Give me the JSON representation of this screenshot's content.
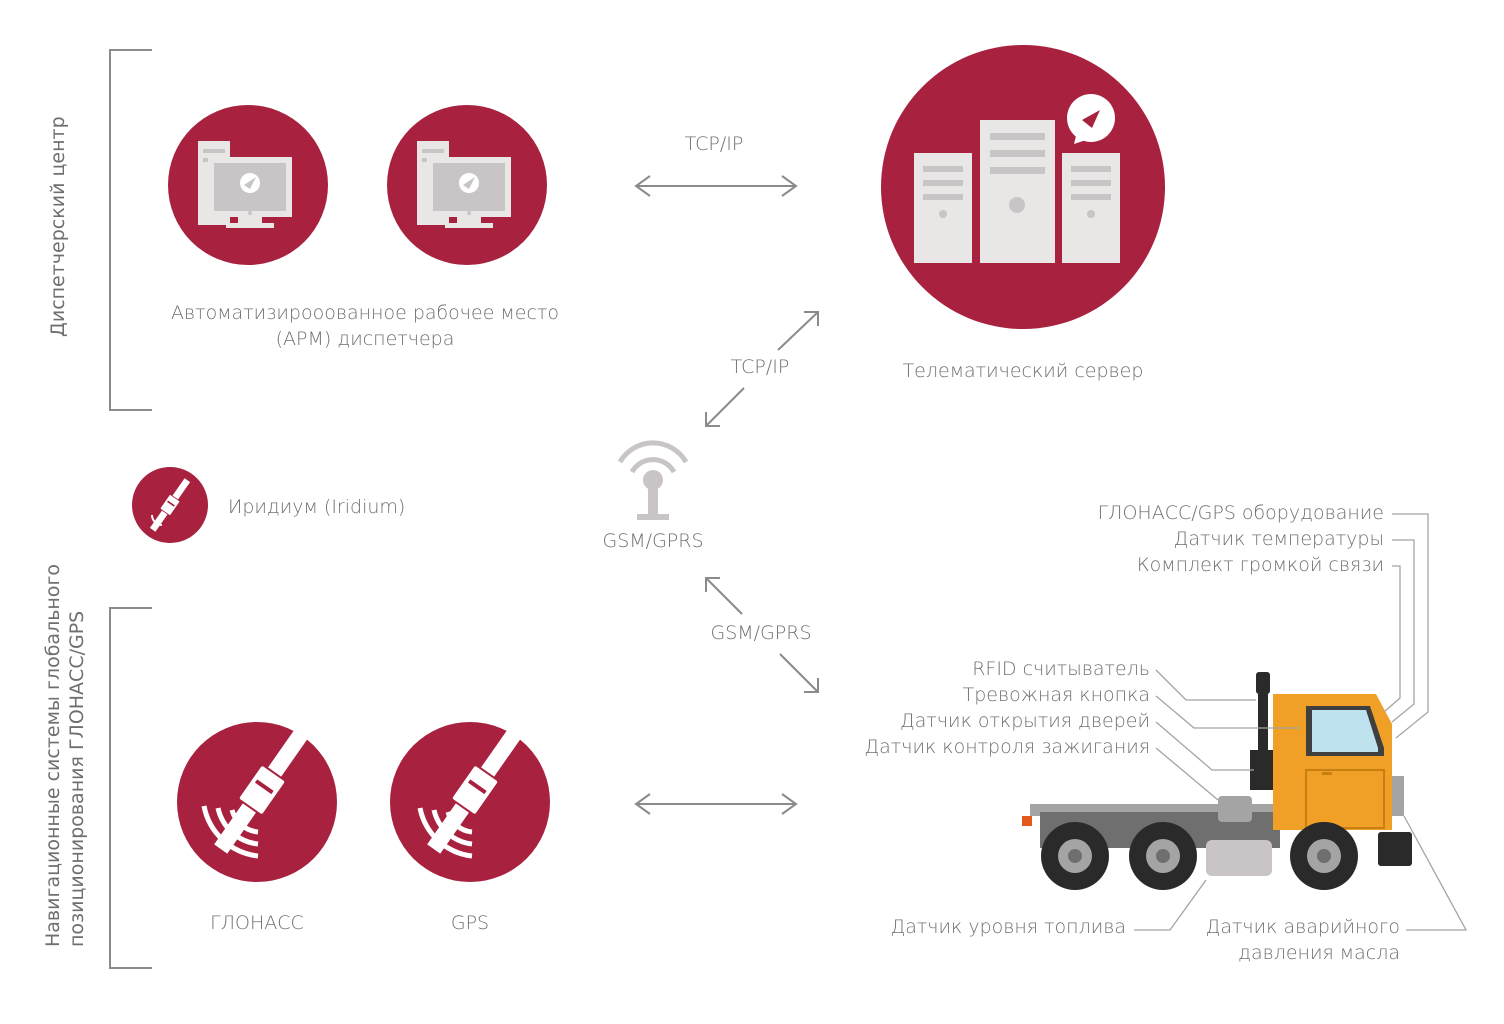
{
  "colors": {
    "brand": "#a8213f",
    "icon_fill": "#e9e6e6",
    "icon_shade": "#c9c4c5",
    "line": "#8b8b8b",
    "truck_cab": "#f0a026",
    "truck_frame": "#6f6f6f",
    "wheel": "#2a2a2a"
  },
  "sections": {
    "dispatch_center": "Диспетчерский центр",
    "navigation_systems": [
      "Навигационные системы глобального",
      "позиционирования ГЛОНАСС/GPS"
    ]
  },
  "nodes": {
    "workstation": [
      "Автоматизирооованное рабочее место",
      "(АРМ) диспетчера"
    ],
    "server": "Телематический сервер",
    "iridium": "Иридиум (Iridium)",
    "gsm_tower": "GSM/GPRS",
    "glonass": "ГЛОНАСС",
    "gps": "GPS"
  },
  "links": {
    "workstation_server": "TCP/IP",
    "tower_server": "TCP/IP",
    "tower_truck": "GSM/GPRS"
  },
  "truck_labels": {
    "top_right": [
      "ГЛОНАСС/GPS оборудование",
      "Датчик температуры",
      "Комплект громкой связи"
    ],
    "left": [
      "RFID считыватель",
      "Тревожная кнопка",
      "Датчик открытия дверей",
      "Датчик контроля зажигания"
    ],
    "fuel": "Датчик уровня топлива",
    "oil": [
      "Датчик аварийного",
      "давления масла"
    ]
  },
  "icons": {
    "workstation": "computer-icon",
    "server": "server-icon",
    "satellite": "satellite-icon",
    "tower": "antenna-icon",
    "truck": "truck-icon"
  }
}
